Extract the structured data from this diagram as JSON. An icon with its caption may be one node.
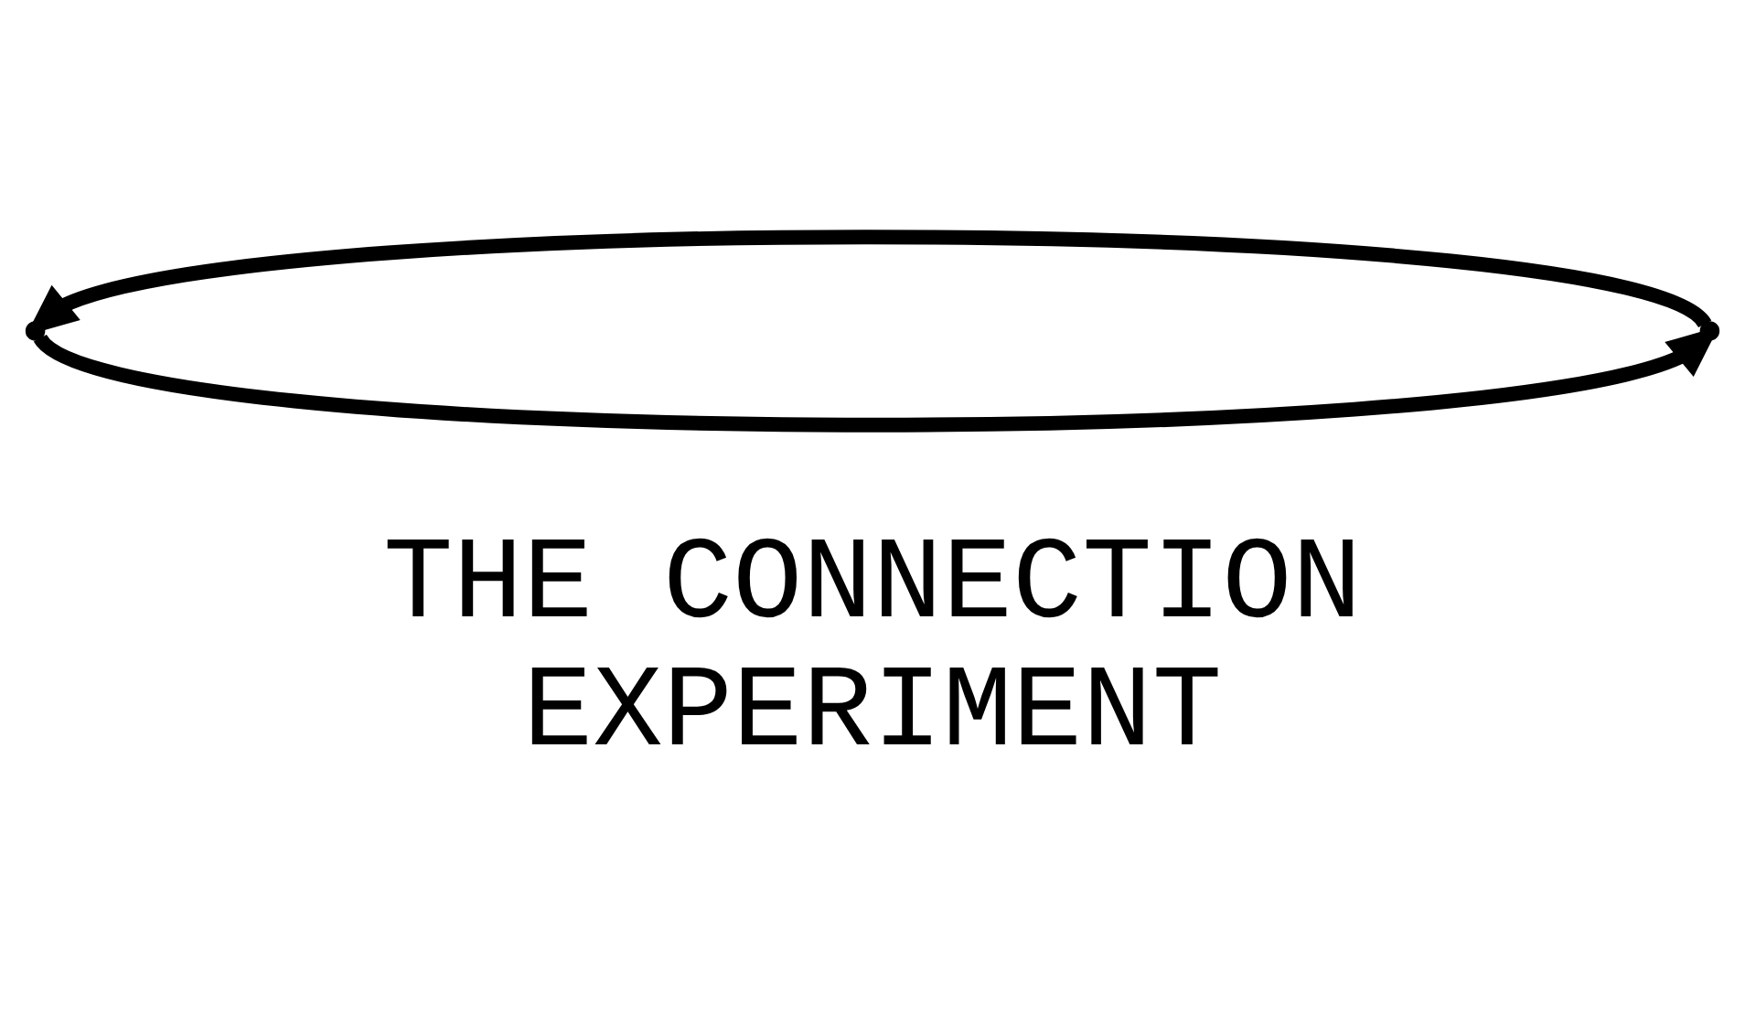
{
  "diagram": {
    "nodes": [
      {
        "text": [],
        "shape": "point"
      },
      {
        "text": [],
        "shape": "point"
      }
    ],
    "edges": [
      {
        "from": 0,
        "to": 1,
        "arrow": "to"
      },
      {
        "from": 1,
        "to": 0,
        "arrow": "to"
      }
    ],
    "labels": [
      "THE CONNECTION EXPERIMENT"
    ]
  }
}
